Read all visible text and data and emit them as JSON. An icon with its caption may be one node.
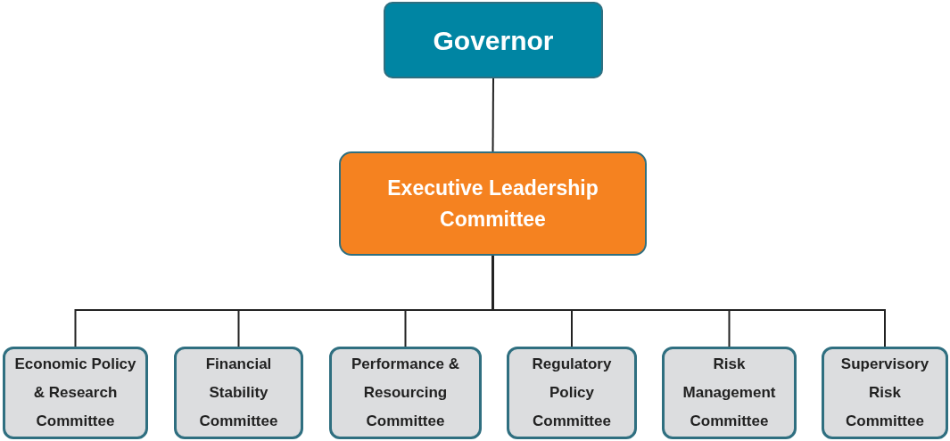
{
  "diagram": {
    "nodes": [
      {
        "text": [
          "Governor"
        ]
      },
      {
        "text": [
          "Executive Leadership Committee"
        ]
      },
      {
        "text": [
          "Economic Policy & Research Committee"
        ]
      },
      {
        "text": [
          "Financial Stability Committee"
        ]
      },
      {
        "text": [
          "Performance & Resourcing Committee"
        ]
      },
      {
        "text": [
          "Regulatory Policy Committee"
        ]
      },
      {
        "text": [
          "Risk Management Committee"
        ]
      },
      {
        "text": [
          "Supervisory Risk Committee"
        ]
      }
    ],
    "edges": [
      {
        "from": 0,
        "to": 1,
        "arrow": "none"
      },
      {
        "from": 1,
        "to": 2,
        "arrow": "none"
      },
      {
        "from": 1,
        "to": 3,
        "arrow": "none"
      },
      {
        "from": 1,
        "to": 4,
        "arrow": "none"
      },
      {
        "from": 1,
        "to": 5,
        "arrow": "none"
      },
      {
        "from": 1,
        "to": 6,
        "arrow": "none"
      },
      {
        "from": 1,
        "to": 7,
        "arrow": "none"
      }
    ]
  }
}
